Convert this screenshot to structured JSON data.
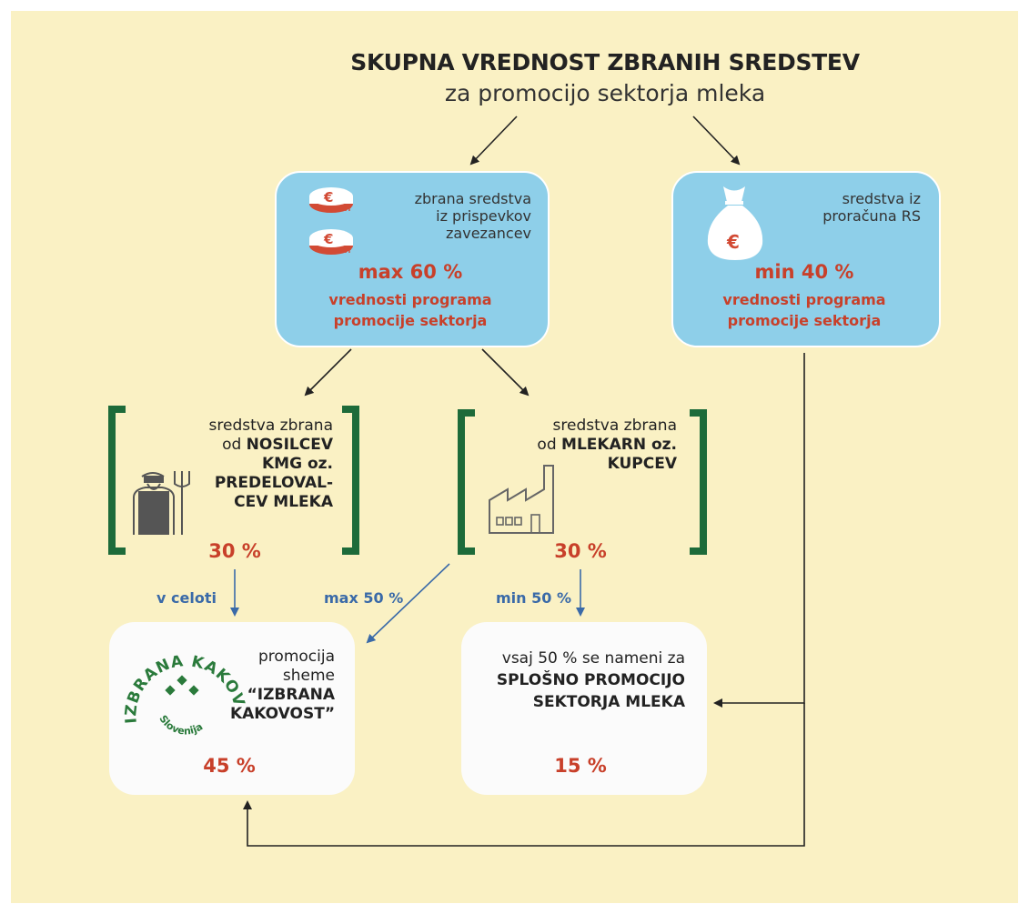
{
  "header": {
    "title": "SKUPNA VREDNOST ZBRANIH SREDSTEV",
    "subtitle": "za promocijo sektorja mleka"
  },
  "box_contributions": {
    "lines": [
      "zbrana sredstva",
      "iz prispevkov",
      "zavezancev"
    ],
    "percent": "max 60 %",
    "caption_1": "vrednosti programa",
    "caption_2": "promocije sektorja"
  },
  "box_budget": {
    "lines": [
      "sredstva iz",
      "proračuna RS"
    ],
    "percent": "min 40 %",
    "caption_1": "vrednosti programa",
    "caption_2": "promocije sektorja"
  },
  "farmers": {
    "line_1": "sredstva zbrana",
    "line_2_prefix": "od ",
    "line_2_bold": "NOSILCEV",
    "line_3": "KMG oz.",
    "line_4": "PREDELOVAL-",
    "line_5": "CEV MLEKA",
    "percent": "30 %"
  },
  "dairies": {
    "line_1": "sredstva zbrana",
    "line_2_prefix": "od ",
    "line_2_bold": "MLEKARN oz.",
    "line_3": "KUPCEV",
    "percent": "30 %"
  },
  "flows": {
    "whole": "v celoti",
    "max50": "max 50 %",
    "min50": "min 50 %"
  },
  "quality_scheme": {
    "line_1": "promocija",
    "line_2": "sheme",
    "line_3": "“IZBRANA",
    "line_4": "KAKOVOST”",
    "percent": "45 %",
    "logo_text": "IZBRANA KAKOVOST Slovenija"
  },
  "general_promo": {
    "line_1": "vsaj 50 % se nameni za",
    "line_2": "SPLOŠNO PROMOCIJO",
    "line_3": "SEKTORJA MLEKA",
    "percent": "15 %"
  },
  "colors": {
    "background": "#faf1c4",
    "blue_box": "#8ecfe9",
    "accent_red": "#c8402a",
    "bracket_green": "#1d6b3a",
    "flow_blue": "#3a6aa8"
  },
  "icons": [
    "coin-stack-icon",
    "money-bag-icon",
    "farmer-icon",
    "factory-icon",
    "izbrana-kakovost-logo"
  ]
}
